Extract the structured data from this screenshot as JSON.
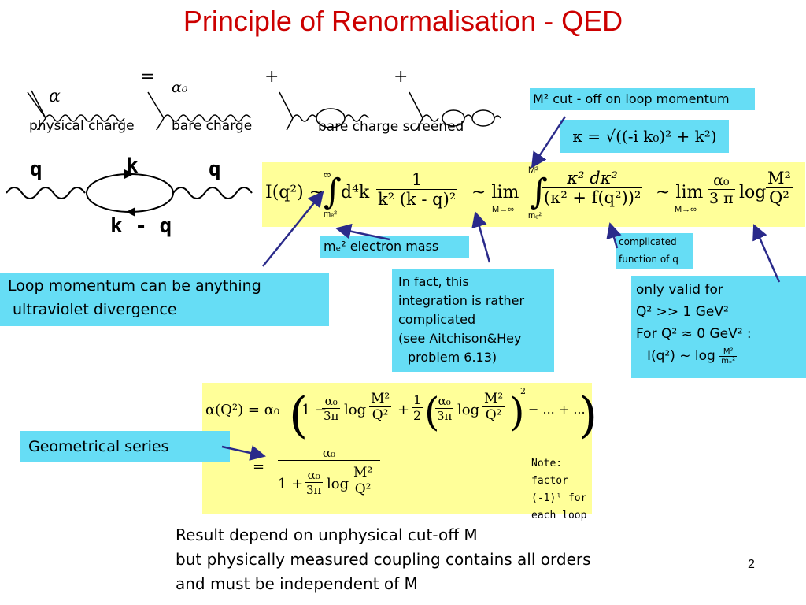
{
  "slide": {
    "title": "Principle of Renormalisation - QED",
    "page_number": "2"
  },
  "diagrams": {
    "physical_charge_label": "physical charge",
    "bare_charge_label": "bare charge",
    "bare_charge_screened_label": "bare charge screened",
    "alpha": "α",
    "alpha0": "α₀",
    "equals": "=",
    "plus1": "+",
    "plus2": "+",
    "loop_q_left": "q",
    "loop_k": "k",
    "loop_q_right": "q",
    "loop_kq": "k - q"
  },
  "cutoff_box": {
    "text": "M² cut - off on loop momentum"
  },
  "kappa_box": {
    "text": "κ = √((-i k₀)² + k²)"
  },
  "main_integral": {
    "lhs": "I(q²) ~",
    "upper": "∞",
    "lower": "mₑ²",
    "integrand": "d⁴k",
    "num1": "1",
    "den1": "k² (k - q)²",
    "sim1": "~ lim",
    "limsub1": "M→∞",
    "upper2": "M²",
    "lower2": "mₑ²",
    "num2": "κ² dκ²",
    "den2": "(κ² + f(q²))²",
    "sim2": "~ lim",
    "limsub2": "M→∞",
    "num3": "α₀",
    "den3": "3 π",
    "log": "log",
    "num4": "M²",
    "den4": "Q²"
  },
  "electron_mass_box": {
    "text": "mₑ² electron mass"
  },
  "complicated_note": {
    "line1": "complicated",
    "line2": "function of q"
  },
  "loop_box": {
    "line1": "Loop momentum can be anything",
    "line2": "ultraviolet divergence"
  },
  "fact_box": {
    "line1": "In fact, this",
    "line2": "integration is rather",
    "line3": "complicated",
    "line4": "(see Aitchison&Hey",
    "line5": "problem 6.13)"
  },
  "valid_box": {
    "line1": "only valid for",
    "line2": "Q² >> 1 GeV²",
    "line3": "For Q² ≈ 0 GeV² :",
    "line4": "I(q²) ~ log",
    "num": "M²",
    "den": "mₑ²"
  },
  "series_box": {
    "lhs": "α(Q²) = α₀",
    "term1": "1 −",
    "a0": "α₀",
    "three_pi": "3π",
    "log": "log",
    "M2": "M²",
    "Q2": "Q²",
    "plus": "+",
    "half_num": "1",
    "half_den": "2",
    "square": "2",
    "tail": "− ... + ...",
    "eq2": "=",
    "num_final": "α₀",
    "den_prefix": "1 +",
    "note1": "Note:",
    "note2": "factor (-1)ˡ for",
    "note3": "each loop"
  },
  "geometric_box": {
    "text": "Geometrical series"
  },
  "result": {
    "line1": "Result depend on unphysical cut-off M",
    "line2": "but physically measured coupling contains all orders",
    "line3": "and must be independent of M"
  }
}
